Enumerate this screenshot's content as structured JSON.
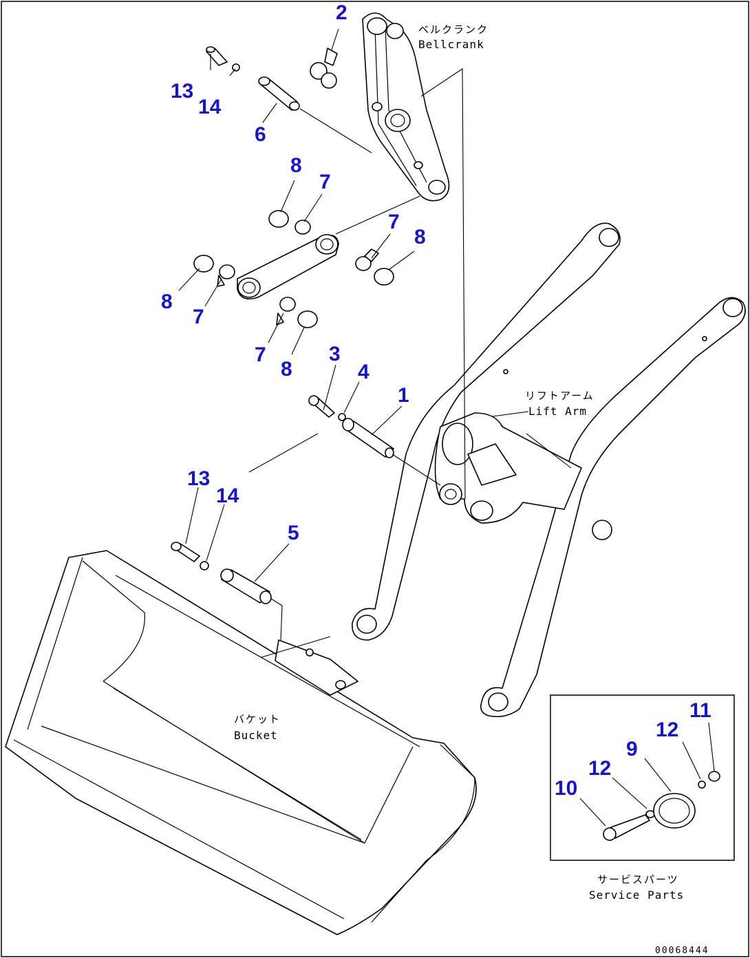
{
  "labels": {
    "bellcrank_jp": "ベルクランク",
    "bellcrank_en": "Bellcrank",
    "lift_arm_jp": "リフトアーム",
    "lift_arm_en": "Lift Arm",
    "bucket_jp": "バケット",
    "bucket_en": "Bucket",
    "service_parts_jp": "サービスパーツ",
    "service_parts_en": "Service Parts",
    "drawing_code": "00068444"
  },
  "callouts": {
    "c1": "1",
    "c2": "2",
    "c3": "3",
    "c4": "4",
    "c5": "5",
    "c6": "6",
    "c7a": "7",
    "c7b": "7",
    "c7c": "7",
    "c7d": "7",
    "c8a": "8",
    "c8b": "8",
    "c8c": "8",
    "c8d": "8",
    "c9": "9",
    "c10": "10",
    "c11": "11",
    "c12a": "12",
    "c12b": "12",
    "c13a": "13",
    "c13b": "13",
    "c14a": "14",
    "c14b": "14"
  }
}
